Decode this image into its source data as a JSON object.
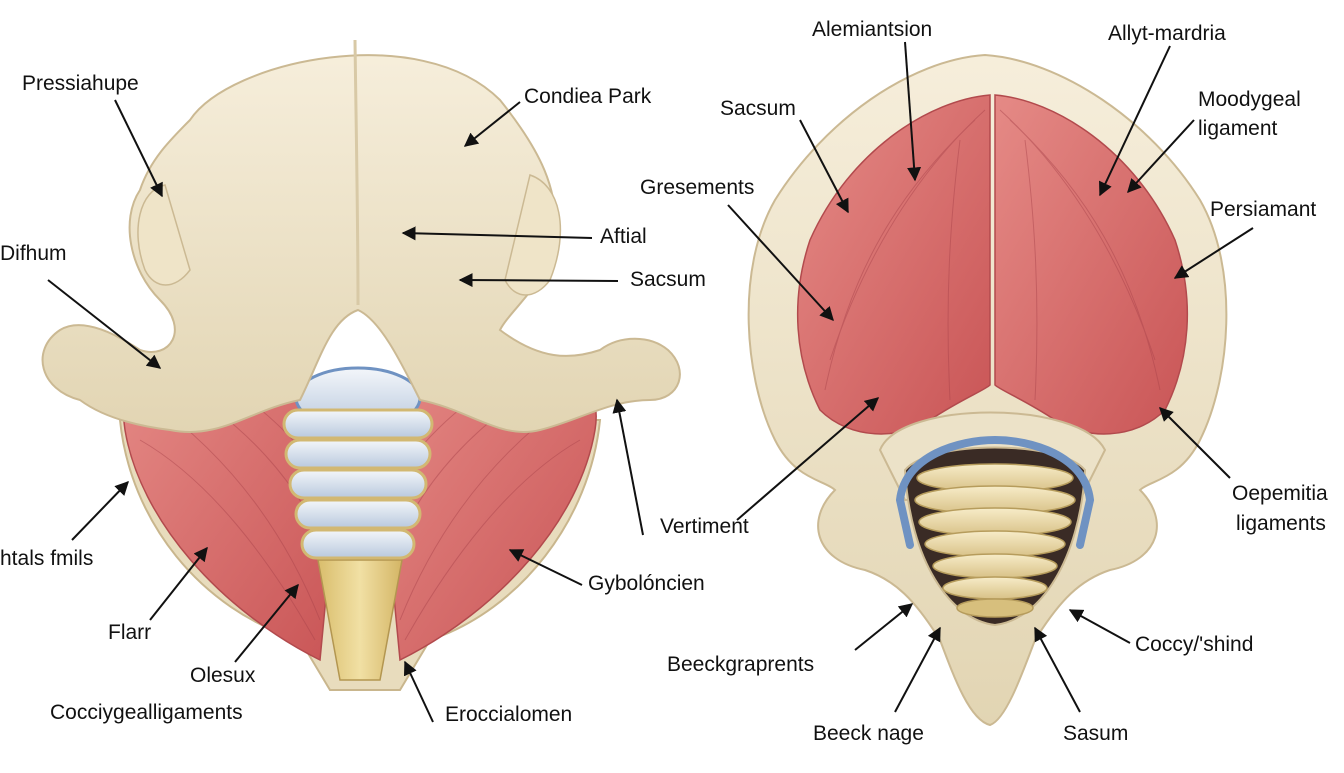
{
  "colors": {
    "bone": "#ece2c8",
    "bone_shadow": "#cbb993",
    "muscle": "#d96d6a",
    "muscle_dark": "#b7454a",
    "disc_blue": "#6f92c2",
    "disc_light": "#dfe7f0",
    "cord_yellow": "#e6cf86",
    "line": "#111111"
  },
  "labels": {
    "left": {
      "pressiahupe": "Pressiahupe",
      "condiea_park": "Condiea Park",
      "difhum": "Difhum",
      "aftial": "Aftial",
      "sacsum": "Sacsum",
      "htals_fmils": "htals fmils",
      "flarr": "Flarr",
      "olesux": "Olesux",
      "coccygeal_ligaments": "Coccіygealligaments",
      "gybolcien": "Gybolóncien",
      "vertiment": "Vertiment",
      "eroccialomen": "Eroccialomen"
    },
    "right": {
      "alemiantsion": "Alemiantsion",
      "allyt_mardria": "Allyt-mardria",
      "sacsum": "Sacsum",
      "moodygeal_ligament_1": "Moodygeal",
      "moodygeal_ligament_2": "ligament",
      "gresements": "Gresements",
      "persiamant": "Persiamant",
      "oepemitia_1": "Oepemitia",
      "oepemitia_2": "ligaments",
      "beeckgraprents": "Beeckgraprents",
      "coccy_shind": "Coccy/'shind",
      "beeck_nage": "Beeck nage",
      "sasum": "Sasum"
    }
  }
}
